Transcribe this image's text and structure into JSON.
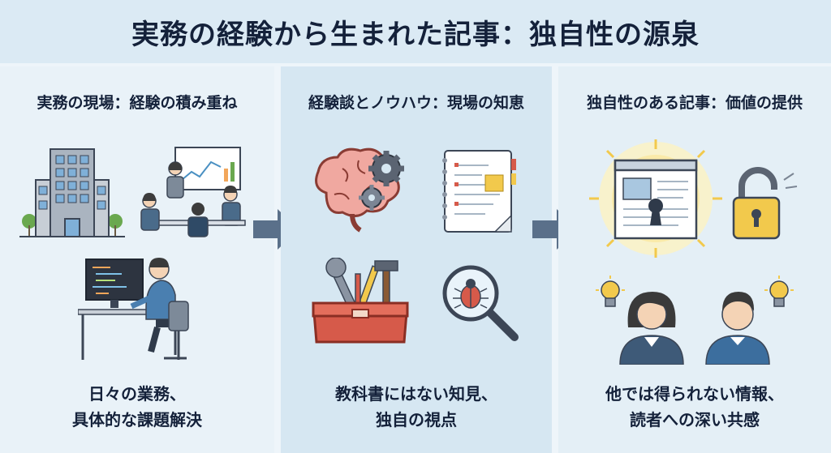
{
  "title": "実務の経験から生まれた記事：独自性の源泉",
  "panels": [
    {
      "heading": "実務の現場：経験の積み重ね",
      "caption_line1": "日々の業務、",
      "caption_line2": "具体的な課題解決",
      "icons": [
        "office-building-icon",
        "team-meeting-icon",
        "developer-at-desk-icon"
      ]
    },
    {
      "heading": "経験談とノウハウ：現場の知恵",
      "caption_line1": "教科書にはない知見、",
      "caption_line2": "独自の視点",
      "icons": [
        "brain-gears-icon",
        "notebook-icon",
        "toolbox-icon",
        "bug-magnifier-icon"
      ]
    },
    {
      "heading": "独自性のある記事：価値の提供",
      "caption_line1": "他では得られない情報、",
      "caption_line2": "読者への深い共感",
      "icons": [
        "glowing-article-icon",
        "unlocked-padlock-icon",
        "lightbulb-icon",
        "reader-woman-icon",
        "reader-man-icon"
      ]
    }
  ],
  "colors": {
    "title_bg": "#dbeaf4",
    "text": "#14213a",
    "arrow": "#5a708a",
    "accent_yellow": "#f2c94c",
    "accent_red": "#d65a4a"
  }
}
